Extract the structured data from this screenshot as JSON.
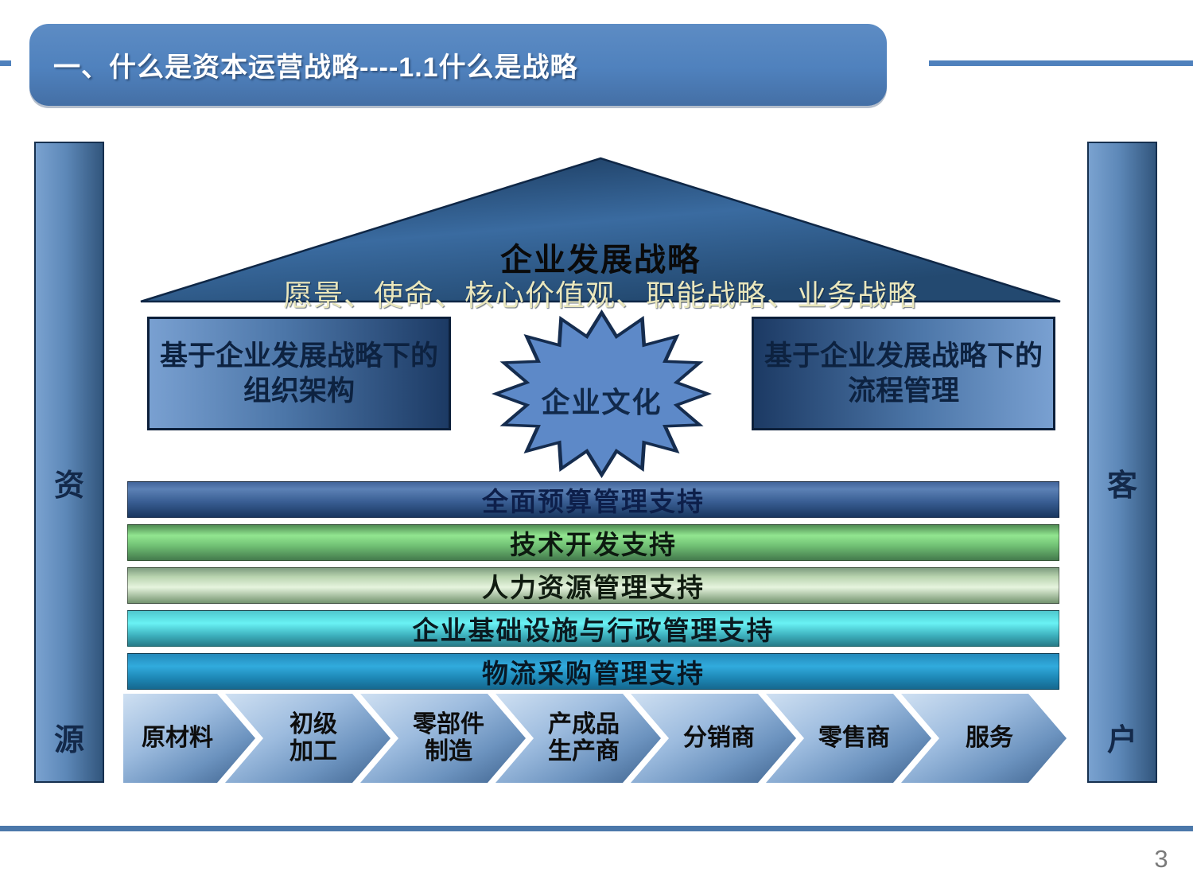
{
  "slide": {
    "title": "一、什么是资本运营战略----1.1什么是战略",
    "page_number": "3"
  },
  "roof": {
    "title": "企业发展战略",
    "subtitle": "愿景、使命、核心价值观、职能战略、业务战略"
  },
  "pillars": {
    "left": {
      "top_char": "资",
      "bottom_char": "源"
    },
    "right": {
      "top_char": "客",
      "bottom_char": "户"
    }
  },
  "boxes": {
    "left": "基于企业发展战略下的\n组织架构",
    "right": "基于企业发展战略下的\n流程管理",
    "center_star": "企业文化"
  },
  "support_bars": {
    "items": [
      {
        "label": "全面预算管理支持",
        "color": "#3a5f94"
      },
      {
        "label": "技术开发支持",
        "color": "#92e690"
      },
      {
        "label": "人力资源管理支持",
        "color": "#e6f4de"
      },
      {
        "label": "企业基础设施与行政管理支持",
        "color": "#69f2f4"
      },
      {
        "label": "物流采购管理支持",
        "color": "#31abdd"
      }
    ]
  },
  "value_chain": {
    "items": [
      {
        "label": "原材料"
      },
      {
        "label": "初级\n加工"
      },
      {
        "label": "零部件\n制造"
      },
      {
        "label": "产成品\n生产商"
      },
      {
        "label": "分销商"
      },
      {
        "label": "零售商"
      },
      {
        "label": "服务"
      }
    ]
  },
  "colors": {
    "banner": "#4f81bd",
    "rule": "#4f81bd",
    "triangle_dark": "#142f4e",
    "triangle_light": "#3a6ba0",
    "pillar_light": "#7aa2d0",
    "pillar_dark": "#32567d",
    "chevron_light": "#cfe0f2",
    "chevron_dark": "#3d618c",
    "star_fill": "#5d89c8",
    "subtitle_cream": "#eae7bd",
    "page_number_gray": "#7a7a7a"
  }
}
